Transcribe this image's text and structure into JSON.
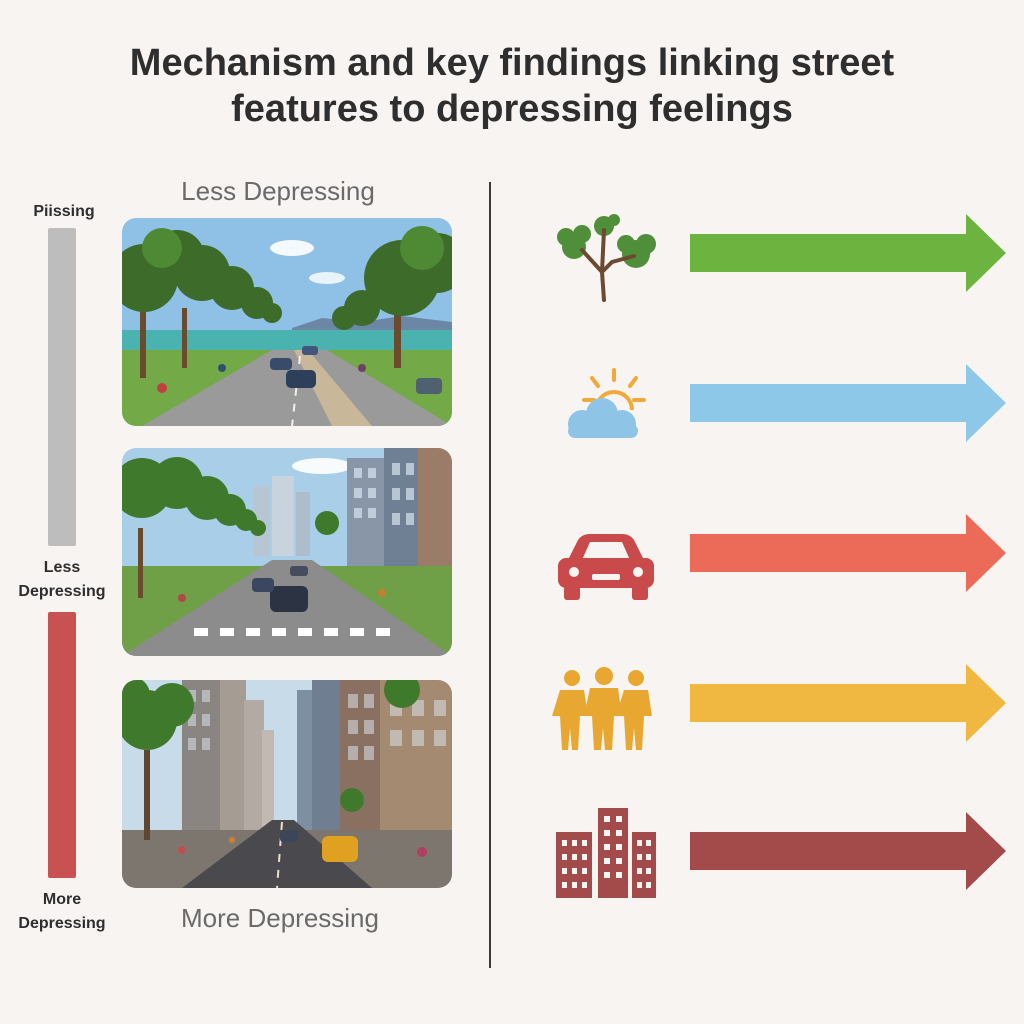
{
  "title": {
    "line1": "Mechanism and key findings linking street",
    "line2": "features to depressing feelings"
  },
  "scale": {
    "top_label": "Piissing",
    "middle_label_1": "Less",
    "middle_label_2": "Depressing",
    "bottom_label_1": "More",
    "bottom_label_2": "Depressing",
    "upper_bar_color": "#bdbdbd",
    "lower_bar_color": "#c85252"
  },
  "panels": {
    "top_heading": "Less Depressing",
    "bottom_heading": "More Depressing"
  },
  "features": [
    {
      "icon": "tree-icon",
      "color": "#6db33f"
    },
    {
      "icon": "sun-cloud-icon",
      "color": "#8ec8e8"
    },
    {
      "icon": "car-icon",
      "color": "#ec6a58"
    },
    {
      "icon": "people-icon",
      "color": "#f0b840"
    },
    {
      "icon": "buildings-icon",
      "color": "#a34a4a"
    }
  ]
}
